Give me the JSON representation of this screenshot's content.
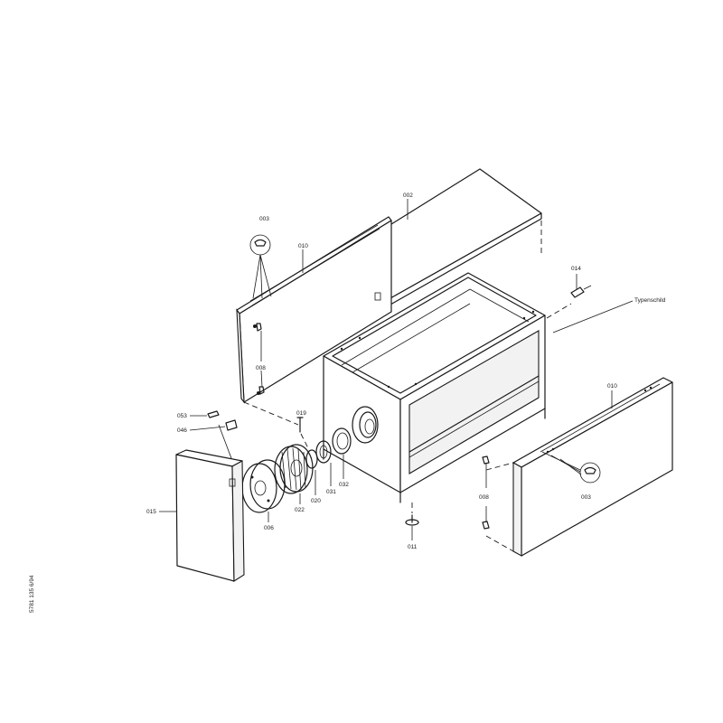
{
  "callouts": {
    "c002": "002",
    "c003_top": "003",
    "c010_top": "010",
    "c008_top": "008",
    "c014": "014",
    "c_typenschild": "Typenschild",
    "c010_right": "010",
    "c003_right": "003",
    "c008_right": "008",
    "c011": "011",
    "c053": "053",
    "c046": "046",
    "c019": "019",
    "c015": "015",
    "c006": "006",
    "c022": "022",
    "c020": "020",
    "c031": "031",
    "c032": "032"
  },
  "margin_note": "5781 135   6/94"
}
